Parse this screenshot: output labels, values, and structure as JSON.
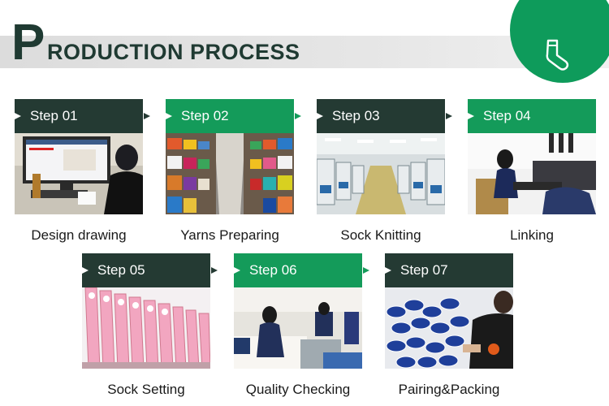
{
  "header": {
    "title_initial": "P",
    "title_rest": "RODUCTION PROCESS",
    "badge_icon": "sock-icon",
    "accent_green": "#149b5a",
    "dark_green": "#243a33"
  },
  "steps": [
    {
      "label": "Step 01",
      "caption": "Design drawing",
      "head_style": "dark",
      "photo": "design-drawing-photo"
    },
    {
      "label": "Step 02",
      "caption": "Yarns Preparing",
      "head_style": "green",
      "photo": "yarn-warehouse-photo"
    },
    {
      "label": "Step 03",
      "caption": "Sock Knitting",
      "head_style": "dark",
      "photo": "knitting-factory-photo"
    },
    {
      "label": "Step 04",
      "caption": "Linking",
      "head_style": "green",
      "photo": "linking-photo"
    },
    {
      "label": "Step 05",
      "caption": "Sock Setting",
      "head_style": "dark",
      "photo": "sock-setting-photo"
    },
    {
      "label": "Step 06",
      "caption": "Quality Checking",
      "head_style": "green",
      "photo": "quality-checking-photo"
    },
    {
      "label": "Step 07",
      "caption": "Pairing&Packing",
      "head_style": "dark",
      "photo": "pairing-packing-photo"
    }
  ]
}
